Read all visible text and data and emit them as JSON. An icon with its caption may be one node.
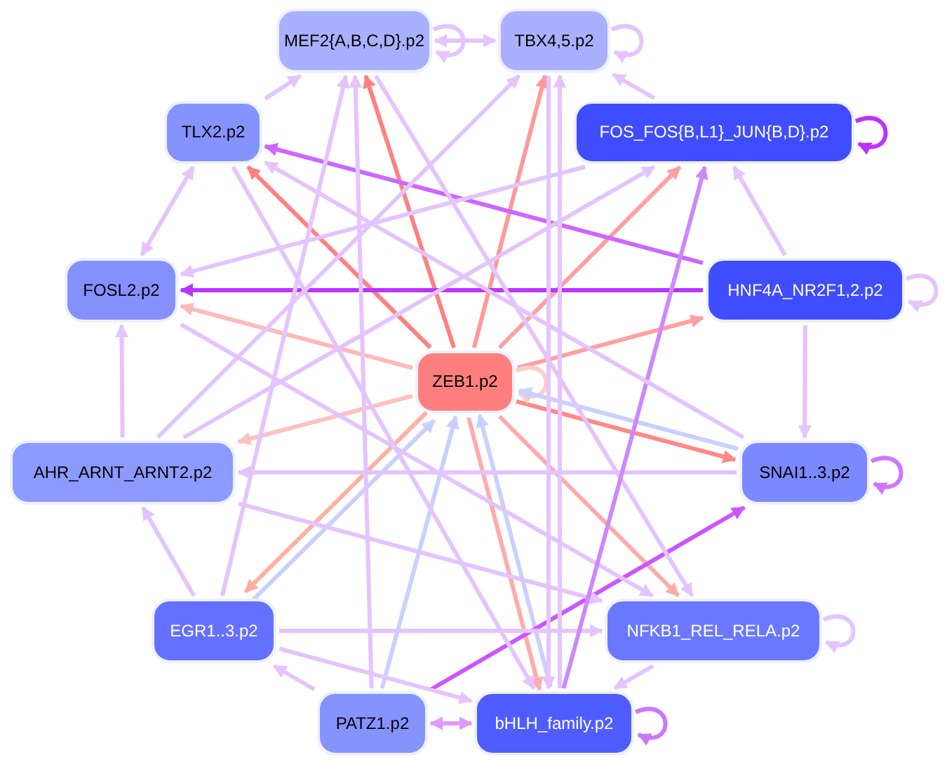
{
  "diagram": {
    "nodes": [
      {
        "text": [
          "MEF2{A,B,C,D}.p2"
        ]
      },
      {
        "text": [
          "TBX4,5.p2"
        ]
      },
      {
        "text": [
          "TLX2.p2"
        ]
      },
      {
        "text": [
          "FOS_FOS{B,L1}_JUN{B,D}.p2"
        ]
      },
      {
        "text": [
          "FOSL2.p2"
        ]
      },
      {
        "text": [
          "HNF4A_NR2F1,2.p2"
        ]
      },
      {
        "text": [
          "ZEB1.p2"
        ]
      },
      {
        "text": [
          "AHR_ARNT_ARNT2.p2"
        ]
      },
      {
        "text": [
          "SNAI1..3.p2"
        ]
      },
      {
        "text": [
          "EGR1..3.p2"
        ]
      },
      {
        "text": [
          "NFKB1_REL_RELA.p2"
        ]
      },
      {
        "text": [
          "PATZ1.p2"
        ]
      },
      {
        "text": [
          "bHLH_family.p2"
        ]
      }
    ],
    "edges": [
      {
        "from": 6,
        "to": 0,
        "arrow": "to",
        "color": "#ff8080"
      },
      {
        "from": 6,
        "to": 2,
        "arrow": "to",
        "color": "#ff8080"
      },
      {
        "from": 6,
        "to": 1,
        "arrow": "to",
        "color": "#ff9999"
      },
      {
        "from": 6,
        "to": 3,
        "arrow": "to",
        "color": "#ffa0a0"
      },
      {
        "from": 6,
        "to": 5,
        "arrow": "to",
        "color": "#ffa0a0"
      },
      {
        "from": 6,
        "to": 4,
        "arrow": "to",
        "color": "#ffb8b8"
      },
      {
        "from": 6,
        "to": 7,
        "arrow": "to",
        "color": "#ffc0c0"
      },
      {
        "from": 6,
        "to": 8,
        "arrow": "to",
        "color": "#ff8888"
      },
      {
        "from": 6,
        "to": 10,
        "arrow": "to",
        "color": "#ffaaaa"
      },
      {
        "from": 6,
        "to": 12,
        "arrow": "to",
        "color": "#ffaaaa"
      },
      {
        "from": 6,
        "to": 9,
        "arrow": "to",
        "color": "#ffb0a0"
      },
      {
        "from": 6,
        "to": 6,
        "arrow": "to",
        "color": "#ffcccc"
      },
      {
        "from": 8,
        "to": 6,
        "arrow": "to",
        "color": "#c8d0ff"
      },
      {
        "from": 9,
        "to": 6,
        "arrow": "to",
        "color": "#c8d0ff"
      },
      {
        "from": 11,
        "to": 6,
        "arrow": "to",
        "color": "#c8d0ff"
      },
      {
        "from": 12,
        "to": 6,
        "arrow": "to",
        "color": "#c8d0ff"
      },
      {
        "from": 0,
        "to": 0,
        "arrow": "to"
      },
      {
        "from": 1,
        "to": 1,
        "arrow": "to"
      },
      {
        "from": 3,
        "to": 3,
        "arrow": "to",
        "color": "#bb33ff"
      },
      {
        "from": 5,
        "to": 5,
        "arrow": "to"
      },
      {
        "from": 8,
        "to": 8,
        "arrow": "to",
        "color": "#cc77ff"
      },
      {
        "from": 10,
        "to": 10,
        "arrow": "to"
      },
      {
        "from": 12,
        "to": 12,
        "arrow": "to",
        "color": "#cc77ff"
      },
      {
        "from": 5,
        "to": 4,
        "arrow": "to",
        "color": "#bb33ff"
      },
      {
        "from": 5,
        "to": 2,
        "arrow": "to",
        "color": "#cc66ff"
      },
      {
        "from": 11,
        "to": 8,
        "arrow": "to",
        "color": "#cc55ff"
      },
      {
        "from": 11,
        "to": 12,
        "arrow": "both",
        "color": "#dd99ff"
      },
      {
        "from": 2,
        "to": 0,
        "arrow": "to"
      },
      {
        "from": 4,
        "to": 2,
        "arrow": "both"
      },
      {
        "from": 5,
        "to": 3,
        "arrow": "to"
      },
      {
        "from": 5,
        "to": 8,
        "arrow": "to"
      },
      {
        "from": 3,
        "to": 4,
        "arrow": "to"
      },
      {
        "from": 7,
        "to": 4,
        "arrow": "to"
      },
      {
        "from": 9,
        "to": 7,
        "arrow": "to"
      },
      {
        "from": 11,
        "to": 9,
        "arrow": "to"
      },
      {
        "from": 8,
        "to": 7,
        "arrow": "to"
      },
      {
        "from": 9,
        "to": 10,
        "arrow": "to"
      },
      {
        "from": 9,
        "to": 12,
        "arrow": "to"
      },
      {
        "from": 10,
        "to": 12,
        "arrow": "to"
      },
      {
        "from": 4,
        "to": 10,
        "arrow": "to"
      },
      {
        "from": 7,
        "to": 10,
        "arrow": "to"
      },
      {
        "from": 2,
        "to": 12,
        "arrow": "to"
      },
      {
        "from": 1,
        "to": 12,
        "arrow": "to"
      },
      {
        "from": 0,
        "to": 10,
        "arrow": "to"
      },
      {
        "from": 12,
        "to": 3,
        "arrow": "to",
        "color": "#cc88ff"
      },
      {
        "from": 7,
        "to": 3,
        "arrow": "to"
      },
      {
        "from": 9,
        "to": 0,
        "arrow": "to"
      },
      {
        "from": 11,
        "to": 0,
        "arrow": "to"
      },
      {
        "from": 12,
        "to": 1,
        "arrow": "to"
      },
      {
        "from": 8,
        "to": 2,
        "arrow": "to"
      },
      {
        "from": 7,
        "to": 1,
        "arrow": "to"
      },
      {
        "from": 3,
        "to": 1,
        "arrow": "to"
      },
      {
        "from": 0,
        "to": 1,
        "arrow": "both"
      }
    ]
  }
}
